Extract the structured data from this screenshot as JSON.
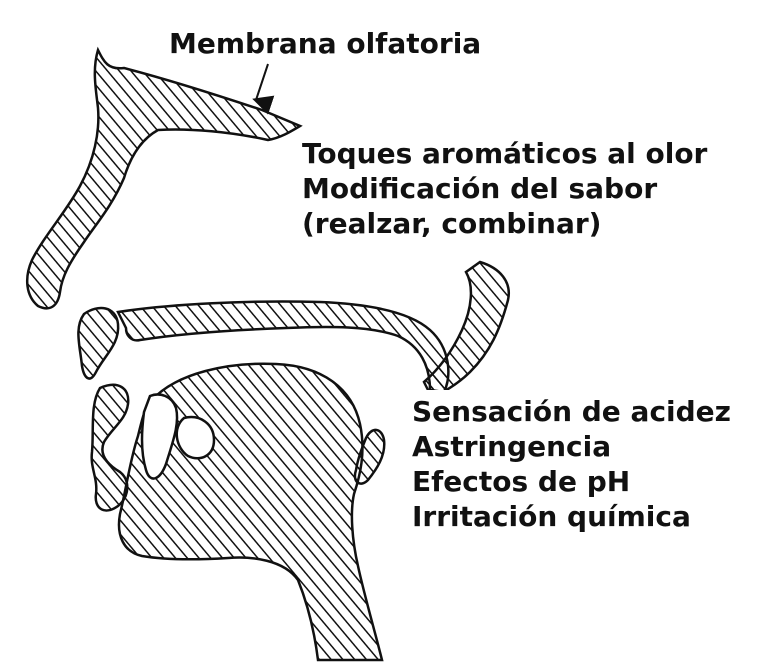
{
  "labels": {
    "olfactory_membrane": "Membrana olfatoria",
    "nasal_effects": [
      "Toques aromáticos al olor",
      "Modificación del sabor",
      "(realzar, combinar)"
    ],
    "oral_effects": [
      "Sensación de acidez",
      "Astringencia",
      "Efectos de pH",
      "Irritación química"
    ]
  },
  "colors": {
    "ink": "#111111",
    "background": "#ffffff"
  }
}
